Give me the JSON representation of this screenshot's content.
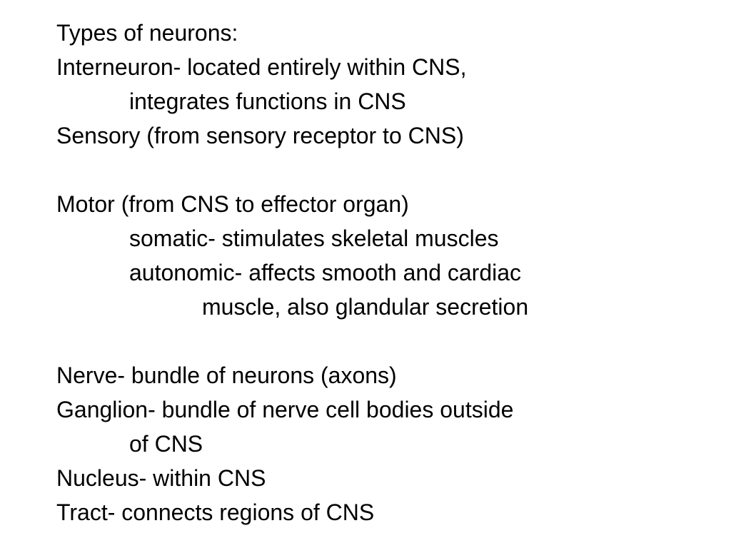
{
  "slide": {
    "heading": "Types of neurons:",
    "interneuron": {
      "line1": "Interneuron- located entirely within CNS,",
      "line2": "integrates functions in CNS"
    },
    "sensory": "Sensory (from sensory receptor to CNS)",
    "motor": {
      "line1": "Motor (from CNS to effector organ)",
      "somatic": "somatic- stimulates skeletal muscles",
      "autonomic_line1": "autonomic- affects smooth and cardiac",
      "autonomic_line2": "muscle, also glandular secretion"
    },
    "nerve": "Nerve- bundle of neurons (axons)",
    "ganglion": {
      "line1": "Ganglion- bundle of nerve cell bodies outside",
      "line2": "of CNS"
    },
    "nucleus": "Nucleus- within CNS",
    "tract": "Tract- connects regions of CNS"
  }
}
